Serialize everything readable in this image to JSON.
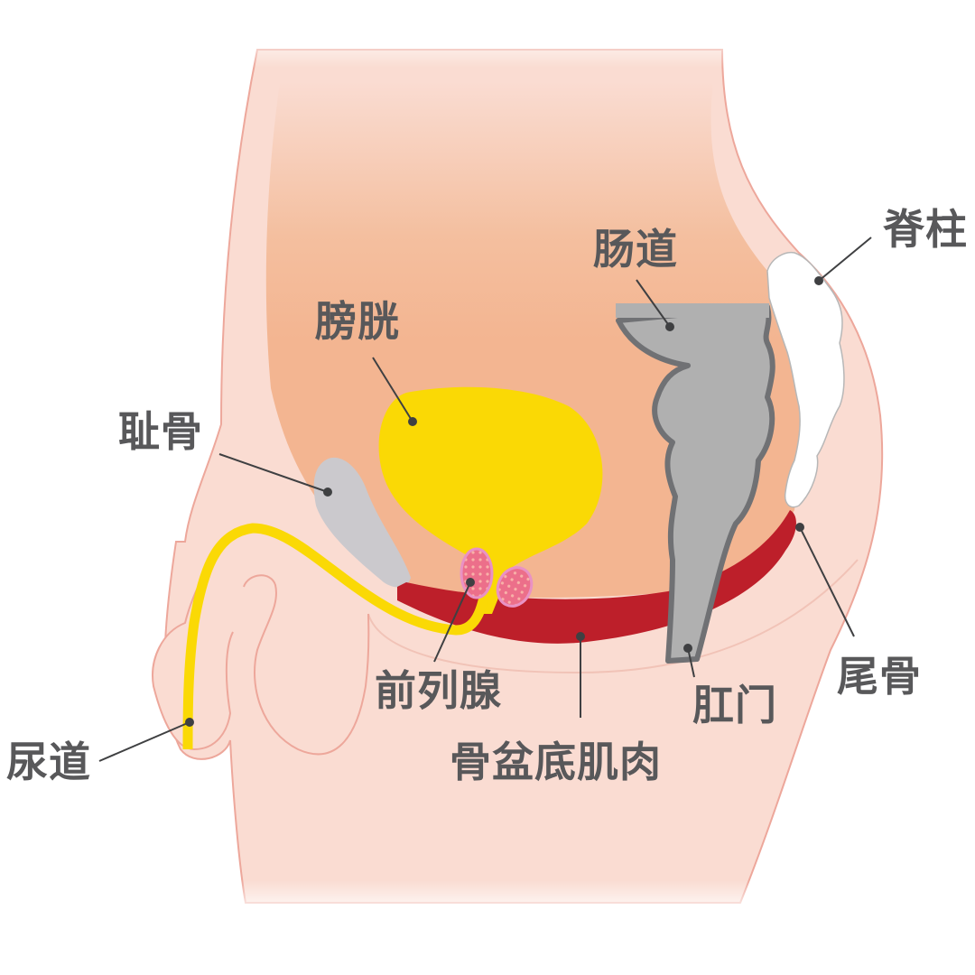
{
  "diagram": {
    "type": "anatomical-cross-section",
    "subject": "male pelvis (sagittal view)",
    "colors": {
      "skin": "#fadcd2",
      "skin_outline": "#eda79b",
      "interior": "#f3b591",
      "bladder_urethra": "#fad905",
      "pubic_bone": "#cbc9cd",
      "prostate": "#ec6f8a",
      "pelvic_floor": "#bd1f2a",
      "rectum": "#b0b0b0",
      "rectum_outline": "#707174",
      "spine": "#ffffff",
      "label_text": "#58585a",
      "leader_line": "#3f4042"
    },
    "labels": [
      {
        "id": "spine",
        "text": "脊柱"
      },
      {
        "id": "intestine",
        "text": "肠道"
      },
      {
        "id": "bladder",
        "text": "膀胱"
      },
      {
        "id": "pubic-bone",
        "text": "耻骨"
      },
      {
        "id": "urethra",
        "text": "尿道"
      },
      {
        "id": "prostate",
        "text": "前列腺"
      },
      {
        "id": "pelvic-floor-muscle",
        "text": "骨盆底肌肉"
      },
      {
        "id": "anus",
        "text": "肛门"
      },
      {
        "id": "coccyx",
        "text": "尾骨"
      }
    ]
  }
}
